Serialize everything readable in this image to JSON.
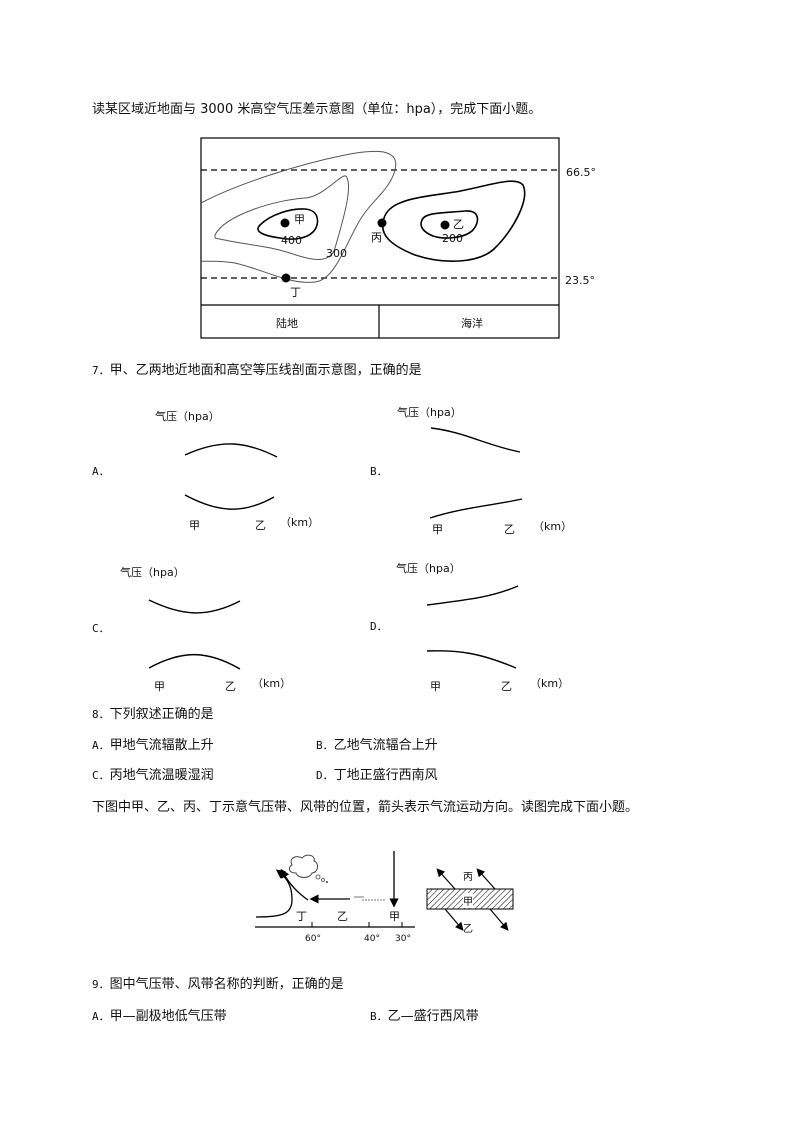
{
  "intro": "读某区域近地面与 3000 米高空气压差示意图（单位：hpa），完成下面小题。",
  "map": {
    "lat_top": "66.5°",
    "lat_bottom": "23.5°",
    "point_jia": "甲",
    "point_yi": "乙",
    "point_bing": "丙",
    "point_ding": "丁",
    "value_400": "400",
    "value_300": "300",
    "value_200": "200",
    "land_label": "陆地",
    "ocean_label": "海洋"
  },
  "q7": {
    "number": "7．",
    "stem": "甲、乙两地近地面和高空等压线剖面示意图，正确的是",
    "y_axis_label": "气压（hpa）",
    "x_unit": "（km）",
    "x_left": "甲",
    "x_right": "乙",
    "options": [
      {
        "label": "A．"
      },
      {
        "label": "B．"
      },
      {
        "label": "C．"
      },
      {
        "label": "D．"
      }
    ]
  },
  "q8": {
    "number": "8．",
    "stem": "下列叙述正确的是",
    "options": [
      {
        "label": "A．",
        "text": "甲地气流辐散上升"
      },
      {
        "label": "B．",
        "text": "乙地气流辐合上升"
      },
      {
        "label": "C．",
        "text": "丙地气流温暖湿润"
      },
      {
        "label": "D．",
        "text": "丁地正盛行西南风"
      }
    ]
  },
  "intro2": "下图中甲、乙、丙、丁示意气压带、风带的位置，箭头表示气流运动方向。读图完成下面小题。",
  "figure2": {
    "ding": "丁",
    "yi": "乙",
    "jia": "甲",
    "lat_60": "60°",
    "lat_40": "40°",
    "lat_30": "30°",
    "bing": "丙",
    "jia_box": "甲",
    "yi_box": "乙"
  },
  "q9": {
    "number": "9．",
    "stem": "图中气压带、风带名称的判断，正确的是",
    "options": [
      {
        "label": "A．",
        "text": "甲—副极地低气压带"
      },
      {
        "label": "B．",
        "text": "乙—盛行西风带"
      }
    ]
  }
}
